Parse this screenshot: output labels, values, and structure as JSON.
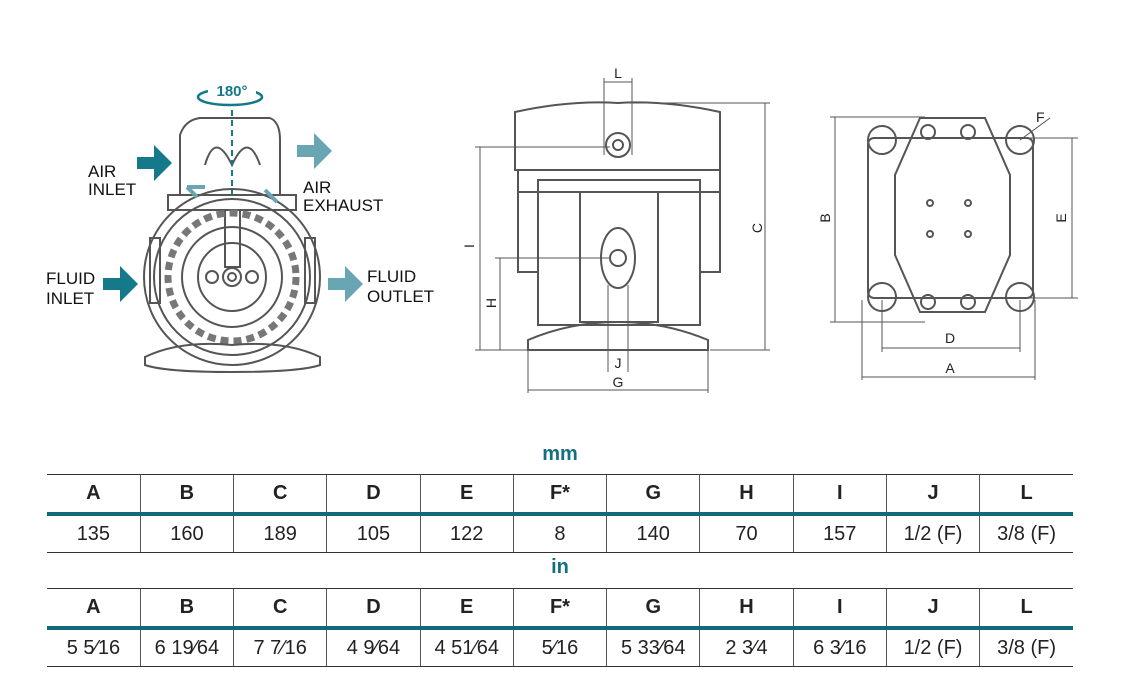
{
  "diagram": {
    "front_view": {
      "rotation_label": "180°",
      "air_inlet": [
        "AIR",
        "INLET"
      ],
      "air_exhaust": [
        "AIR",
        "EXHAUST"
      ],
      "fluid_inlet": [
        "FLUID",
        "INLET"
      ],
      "fluid_outlet": [
        "FLUID",
        "OUTLET"
      ]
    },
    "side_view_labels": {
      "L": "L",
      "C": "C",
      "I": "I",
      "H": "H",
      "J": "J",
      "G": "G"
    },
    "top_view_labels": {
      "F": "F",
      "B": "B",
      "E": "E",
      "D": "D",
      "A": "A"
    },
    "colors": {
      "dark_teal": "#14798a",
      "light_teal": "#6aa5b3",
      "line": "#555555"
    }
  },
  "tables": {
    "headers": [
      "A",
      "B",
      "C",
      "D",
      "E",
      "F*",
      "G",
      "H",
      "I",
      "J",
      "L"
    ],
    "mm": {
      "title": "mm",
      "values": [
        "135",
        "160",
        "189",
        "105",
        "122",
        "8",
        "140",
        "70",
        "157",
        "1/2 (F)",
        "3/8 (F)"
      ]
    },
    "in": {
      "title": "in",
      "values": [
        "5 5⁄16",
        "6 19⁄64",
        "7 7⁄16",
        "4 9⁄64",
        "4 51⁄64",
        "5⁄16",
        "5 33⁄64",
        "2 3⁄4",
        "6 3⁄16",
        "1/2 (F)",
        "3/8 (F)"
      ]
    }
  }
}
